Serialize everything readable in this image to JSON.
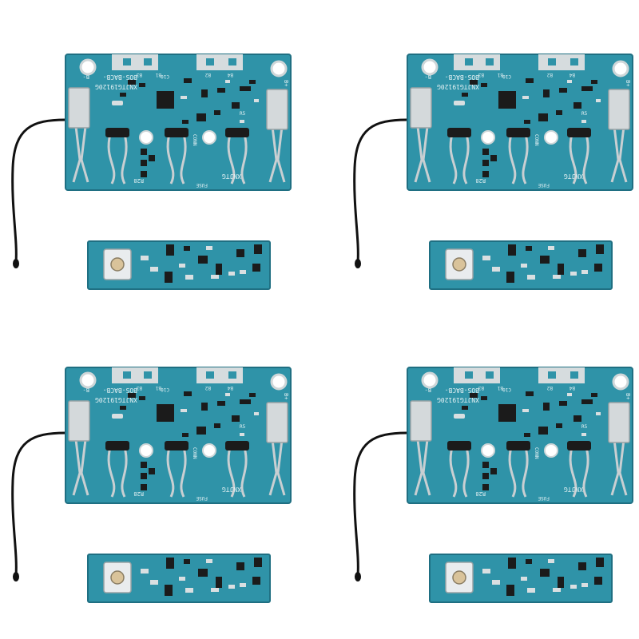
{
  "image": {
    "kits": [
      {
        "main_board": {
          "labels": {
            "model": "BOS-BACB-",
            "code": "XNJTG19120G",
            "brand": "XNJTG",
            "fuse": "FUSE",
            "r28": "R28",
            "conn": "CONN",
            "c10": "C10",
            "b1": "B1",
            "b3": "B3",
            "b2": "B2",
            "b4": "B4",
            "r5": "R5",
            "b_minus": "B-",
            "b_plus": "B+"
          }
        }
      },
      {
        "main_board": {
          "labels": {
            "model": "BOS-BACB-",
            "code": "XNJTG19120G",
            "brand": "XNJTG",
            "fuse": "FUSE",
            "r28": "R28",
            "conn": "CONN",
            "c10": "C10",
            "b1": "B1",
            "b3": "B3",
            "b2": "B2",
            "b4": "B4",
            "r5": "R5",
            "b_minus": "B-",
            "b_plus": "B+"
          }
        }
      },
      {
        "main_board": {
          "labels": {
            "model": "BOS-BACB-",
            "code": "XNJTG19120G",
            "brand": "XNJTG",
            "fuse": "FUSE",
            "r28": "R28",
            "conn": "CONN",
            "c10": "C10",
            "b1": "B1",
            "b3": "B3",
            "b2": "B2",
            "b4": "B4",
            "r5": "R5",
            "b_minus": "B-",
            "b_plus": "B+"
          }
        }
      },
      {
        "main_board": {
          "labels": {
            "model": "BOS-BACB-",
            "code": "XNJTG19120G",
            "brand": "XNJTG",
            "fuse": "FUSE",
            "r28": "R28",
            "conn": "CONN",
            "c10": "C10",
            "b1": "B1",
            "b3": "B3",
            "b2": "B2",
            "b4": "B4",
            "r5": "R5",
            "b_minus": "B-",
            "b_plus": "B+"
          }
        }
      }
    ]
  },
  "colors": {
    "pcb": "#2f93a8",
    "pcb_dark": "#1f6f82",
    "silkscreen": "#e6f2f4",
    "solder_pad": "#cfd6d8",
    "chip": "#1b1b1b",
    "wire": "#111111",
    "background": "#ffffff"
  }
}
